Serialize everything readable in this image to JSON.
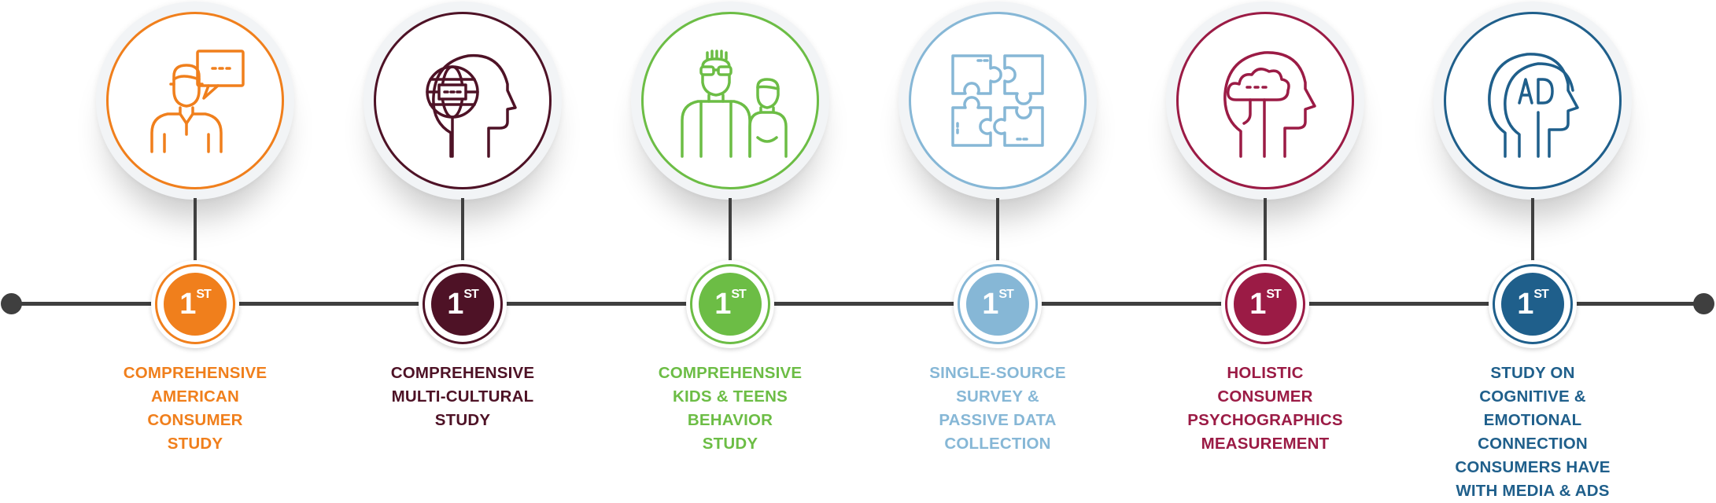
{
  "colors": {
    "line": "#3f3f3f",
    "orange": "#f07f1c",
    "maroon": "#4e1226",
    "green": "#6cbd45",
    "lightblue": "#86b7d6",
    "crimson": "#9b1b45",
    "blue": "#1f5f8b"
  },
  "badge": {
    "number": "1",
    "suffix": "ST"
  },
  "steps": [
    {
      "icon": "consumer-speech-bubble-icon",
      "color": "#f07f1c",
      "lines": [
        "COMPREHENSIVE",
        "AMERICAN",
        "CONSUMER",
        "STUDY"
      ]
    },
    {
      "icon": "globe-head-icon",
      "color": "#4e1226",
      "lines": [
        "COMPREHENSIVE",
        "MULTI-CULTURAL",
        "STUDY"
      ]
    },
    {
      "icon": "kids-teens-icon",
      "color": "#6cbd45",
      "lines": [
        "COMPREHENSIVE",
        "KIDS & TEENS",
        "BEHAVIOR",
        "STUDY"
      ]
    },
    {
      "icon": "puzzle-icon",
      "color": "#86b7d6",
      "lines": [
        "SINGLE-SOURCE",
        "SURVEY &",
        "PASSIVE DATA",
        "COLLECTION"
      ]
    },
    {
      "icon": "thought-cloud-head-icon",
      "color": "#9b1b45",
      "lines": [
        "HOLISTIC",
        "CONSUMER",
        "PSYCHOGRAPHICS",
        "MEASUREMENT"
      ]
    },
    {
      "icon": "ad-heads-icon",
      "color": "#1f5f8b",
      "lines": [
        "STUDY ON",
        "COGNITIVE &",
        "EMOTIONAL",
        "CONNECTION",
        "CONSUMERS HAVE",
        "WITH MEDIA & ADS"
      ]
    }
  ]
}
